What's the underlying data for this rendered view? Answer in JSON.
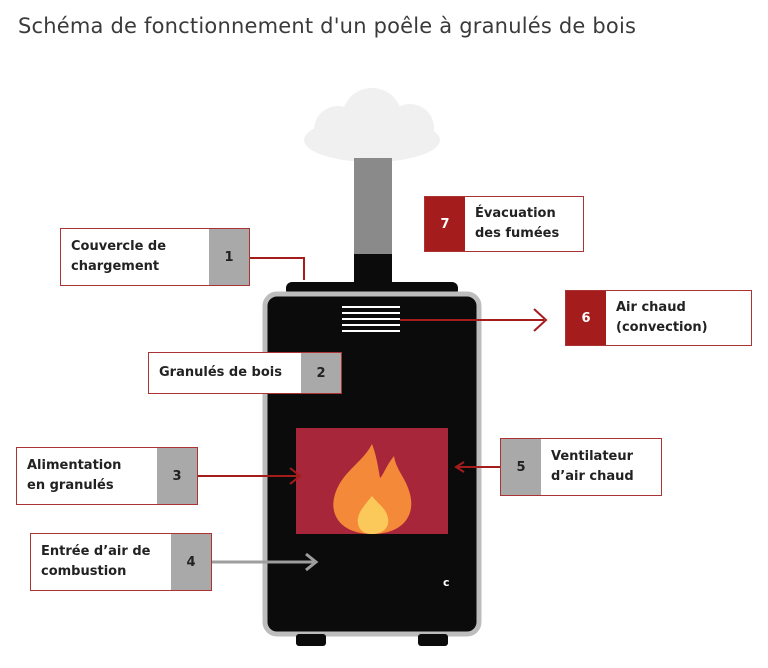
{
  "title": "Schéma de fonctionnement d'un poêle à granulés de bois",
  "colors": {
    "stove_body": "#0b0b0b",
    "stove_border": "#bdbdbd",
    "fire_window": "#a8263a",
    "flame_outer": "#f4893a",
    "flame_inner": "#fbc95a",
    "accent_red": "#a51c1c",
    "number_grey": "#a9a9a9",
    "arrow_grey": "#9e9e9e",
    "chimney": "#8a8a8a",
    "smoke": "#f0f0f0"
  },
  "stove": {
    "small_mark": "c"
  },
  "labels": [
    {
      "id": "couvercle",
      "number": "1",
      "text": "Couvercle de\nchargement"
    },
    {
      "id": "granules",
      "number": "2",
      "text": "Granulés de bois"
    },
    {
      "id": "alimentation",
      "number": "3",
      "text": "Alimentation\nen granulés"
    },
    {
      "id": "entree-air",
      "number": "4",
      "text": "Entrée d’air de\ncombustion"
    },
    {
      "id": "ventilateur",
      "number": "5",
      "text": "Ventilateur\nd’air chaud"
    },
    {
      "id": "air-chaud",
      "number": "6",
      "text": "Air chaud\n(convection)"
    },
    {
      "id": "evacuation",
      "number": "7",
      "text": "Évacuation\ndes fumées"
    }
  ]
}
